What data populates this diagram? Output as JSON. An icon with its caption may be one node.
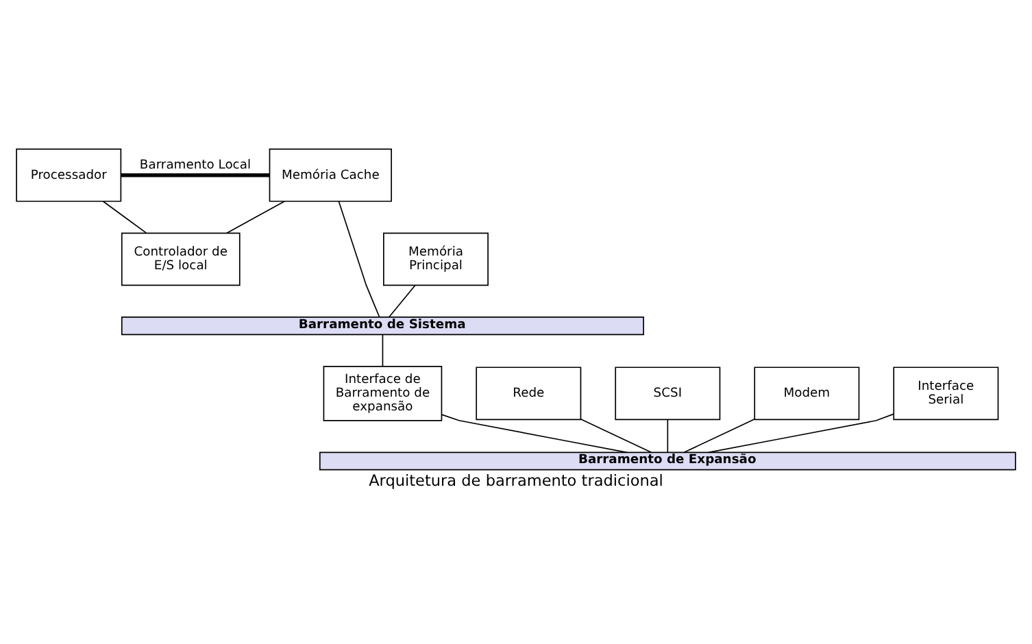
{
  "diagram": {
    "caption": "Arquitetura de barramento tradicional",
    "nodes": [
      {
        "text": [
          "Processador"
        ]
      },
      {
        "text": [
          "Memória Cache"
        ]
      },
      {
        "text": [
          "Controlador de E/S local"
        ]
      },
      {
        "text": [
          "Memória Principal"
        ]
      },
      {
        "text": [
          "Barramento de Sistema"
        ]
      },
      {
        "text": [
          "Rede"
        ]
      },
      {
        "text": [
          "SCSI"
        ]
      },
      {
        "text": [
          "Interface de Barramento de expansão"
        ]
      },
      {
        "text": [
          "Modem"
        ]
      },
      {
        "text": [
          "Interface Serial"
        ]
      },
      {
        "text": [
          "Barramento de Expansão"
        ]
      }
    ],
    "edges": [
      {
        "from": 0,
        "to": 1,
        "arrow": "none",
        "label": "Barramento Local",
        "style": "thick"
      },
      {
        "from": 0,
        "to": 2,
        "arrow": "none"
      },
      {
        "from": 1,
        "to": 2,
        "arrow": "none"
      },
      {
        "from": 3,
        "to": 4,
        "arrow": "none"
      },
      {
        "from": 1,
        "to": 4,
        "arrow": "none"
      },
      {
        "from": 4,
        "to": 7,
        "arrow": "none"
      },
      {
        "from": 5,
        "to": 10,
        "arrow": "none"
      },
      {
        "from": 6,
        "to": 10,
        "arrow": "none"
      },
      {
        "from": 7,
        "to": 10,
        "arrow": "none"
      },
      {
        "from": 8,
        "to": 10,
        "arrow": "none"
      },
      {
        "from": 9,
        "to": 10,
        "arrow": "none"
      }
    ]
  }
}
